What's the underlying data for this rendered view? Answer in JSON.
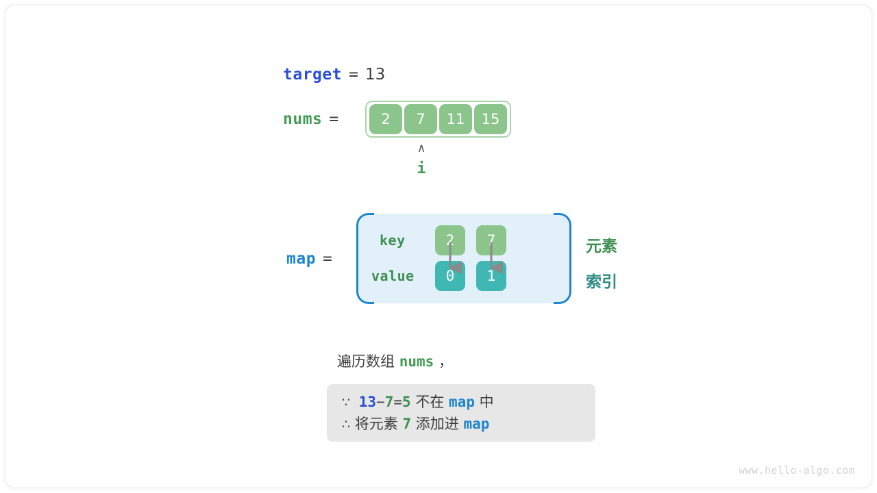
{
  "target": {
    "name": "target",
    "equals": "=",
    "value": "13"
  },
  "nums": {
    "name": "nums",
    "equals": "=",
    "cells": [
      "2",
      "7",
      "11",
      "15"
    ],
    "pointer": {
      "caret": "∧",
      "label": "i",
      "index": 1
    }
  },
  "map": {
    "name": "map",
    "equals": "=",
    "row_labels": {
      "key": "key",
      "value": "value"
    },
    "entries": [
      {
        "key": "2",
        "value": "0"
      },
      {
        "key": "7",
        "value": "1"
      }
    ],
    "side_labels": {
      "element": "元素",
      "index": "索引"
    }
  },
  "caption": {
    "text_before": "遍历数组 ",
    "token": "nums",
    "text_after": " ，"
  },
  "note": {
    "line1": {
      "symbol": "∵",
      "a": "13",
      "minus": "−",
      "b": "7",
      "eq": "=",
      "result": "5",
      "mid": " 不在 ",
      "map": "map",
      "tail": " 中"
    },
    "line2": {
      "symbol": "∴",
      "lead": " 将元素 ",
      "value": "7",
      "mid": " 添加进 ",
      "map": "map"
    }
  },
  "watermark": "www.hello-algo.com",
  "colors": {
    "target_blue": "#2b4fd4",
    "map_blue": "#1f86cc",
    "green": "#449c55",
    "cell_green": "#8cc58c",
    "cell_teal": "#3fb8b4",
    "map_bg": "#e2f0fa",
    "note_bg": "#e7e7e7",
    "arrow_gray": "#8a8a8a"
  }
}
